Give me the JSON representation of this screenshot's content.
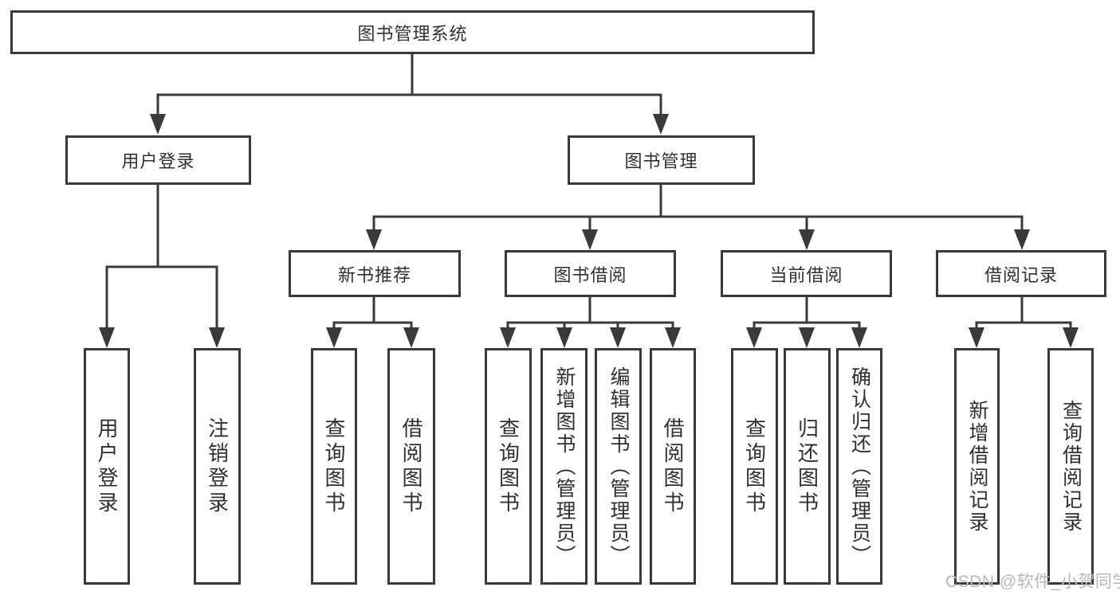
{
  "diagram": {
    "title": "图书管理系统",
    "level2": [
      {
        "label": "用户登录"
      },
      {
        "label": "图书管理"
      }
    ],
    "level3": [
      {
        "label": "新书推荐"
      },
      {
        "label": "图书借阅"
      },
      {
        "label": "当前借阅"
      },
      {
        "label": "借阅记录"
      }
    ],
    "leaves": {
      "user_login": [
        "用户登录",
        "注销登录"
      ],
      "new_book_recommend": [
        "查询图书",
        "借阅图书"
      ],
      "book_borrow": [
        "查询图书",
        "新增图书（管理员）",
        "编辑图书（管理员）",
        "借阅图书"
      ],
      "current_borrow": [
        "查询图书",
        "归还图书",
        "确认归还（管理员）"
      ],
      "borrow_records": [
        "新增借阅记录",
        "查询借阅记录"
      ]
    }
  },
  "watermark": "CSDN @软件_小贺同学",
  "colors": {
    "line": "#3a3a3a",
    "text": "#303030",
    "watermark": "#b8b8b8",
    "background": "#ffffff"
  }
}
